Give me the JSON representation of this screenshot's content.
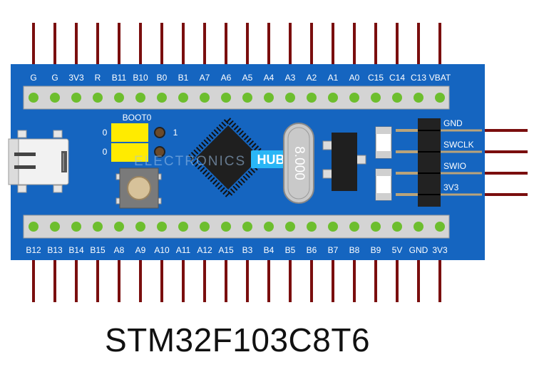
{
  "top_pins": [
    "G",
    "G",
    "3V3",
    "R",
    "B11",
    "B10",
    "B0",
    "B1",
    "A7",
    "A6",
    "A5",
    "A4",
    "A3",
    "A2",
    "A1",
    "A0",
    "C15",
    "C14",
    "C13",
    "VBAT"
  ],
  "bottom_pins": [
    "B12",
    "B13",
    "B14",
    "B15",
    "A8",
    "A9",
    "A10",
    "A11",
    "A12",
    "A15",
    "B3",
    "B4",
    "B5",
    "B6",
    "B7",
    "B8",
    "B9",
    "5V",
    "GND",
    "3V3"
  ],
  "swd_pins": [
    "GND",
    "SWCLK",
    "SWIO",
    "3V3"
  ],
  "boot": {
    "title": "BOOT0",
    "row0": "0",
    "row1": "1",
    "row2": "0"
  },
  "crystal_label": "8.000",
  "watermark": {
    "left": "ELECTRONICS",
    "right": "HUB"
  },
  "board_name": "STM32F103C8T6",
  "colors": {
    "board": "#1565C0",
    "pin": "#6DBE2E",
    "header": "#D4D4D4",
    "wire": "#7A0E0E",
    "jumper": "#FFEB00",
    "hub": "#29B6F6"
  }
}
